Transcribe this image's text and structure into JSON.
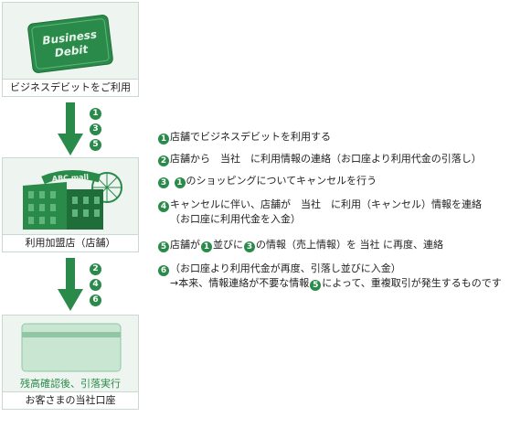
{
  "card": {
    "line1": "Business",
    "line2": "Debit",
    "caption": "ビジネスデビットをご利用"
  },
  "store": {
    "sign": "ABC mall",
    "caption": "利用加盟店（店舗）"
  },
  "bank": {
    "text": "残高確認後、引落実行",
    "caption": "お客さまの当社口座"
  },
  "arrow1_steps": [
    "1",
    "3",
    "5"
  ],
  "arrow2_steps": [
    "2",
    "4",
    "6"
  ],
  "steps": {
    "s1": {
      "num": "1",
      "text": "店舗でビジネスデビットを利用する"
    },
    "s2": {
      "num": "2",
      "text": "店舗から　当社　に利用情報の連絡（お口座より利用代金の引落し）"
    },
    "s3": {
      "num": "3",
      "ref": "1",
      "text": "のショッピングについてキャンセルを行う"
    },
    "s4": {
      "num": "4",
      "line1": "キャンセルに伴い、店舗が　当社　に利用（キャンセル）情報を連絡",
      "line2": "（お口座に利用代金を入金）"
    },
    "s5": {
      "num": "5",
      "t1": "店舗が",
      "ref1": "1",
      "t2": "並びに",
      "ref2": "3",
      "t3": "の情報（売上情報）を 当社 に再度、連絡"
    },
    "s6": {
      "num": "6",
      "line1": "（お口座より利用代金が再度、引落し並びに入金）",
      "line2a": "→本来、情報連絡が不要な情報",
      "ref": "5",
      "line2b": "によって、重複取引が発生するものです"
    }
  },
  "colors": {
    "green": "#2a8a4a",
    "light": "#eef5f0"
  }
}
